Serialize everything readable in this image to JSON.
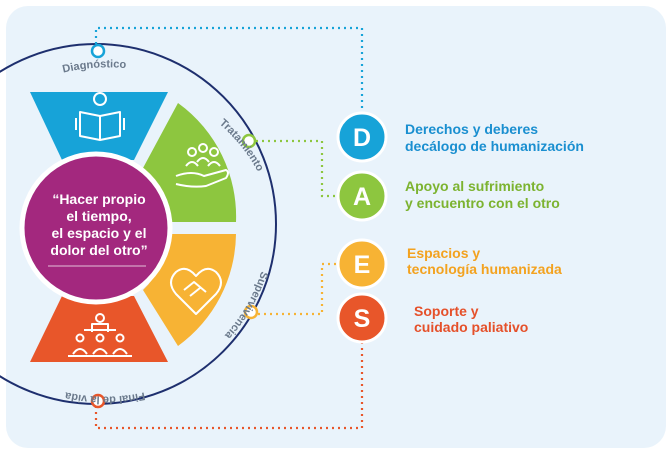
{
  "center_quote": {
    "lines": [
      "“Hacer propio",
      "el tiempo,",
      "el espacio y el",
      "dolor del otro”"
    ],
    "color": "#a3287e"
  },
  "stages": [
    {
      "label": "Diagnóstico",
      "color": "#17a3d8",
      "icon": "book-reader-icon"
    },
    {
      "label": "Tratamiento",
      "color": "#8dc63f",
      "icon": "hand-people-icon"
    },
    {
      "label": "Supervivencia",
      "color": "#f7b334",
      "icon": "heart-handshake-icon"
    },
    {
      "label": "Final de la vida",
      "color": "#e8562a",
      "icon": "group-presentation-icon"
    }
  ],
  "items": [
    {
      "letter": "D",
      "lines": [
        "Derechos y deberes",
        "decálogo de humanización"
      ],
      "color": "#17a3d8"
    },
    {
      "letter": "A",
      "lines": [
        "Apoyo al sufrimiento",
        "y encuentro con el otro"
      ],
      "color": "#8dc63f"
    },
    {
      "letter": "E",
      "lines": [
        "Espacios y",
        "tecnología humanizada"
      ],
      "color": "#f7b334"
    },
    {
      "letter": "S",
      "lines": [
        "Soporte y",
        "cuidado paliativo"
      ],
      "color": "#e8562a"
    }
  ]
}
